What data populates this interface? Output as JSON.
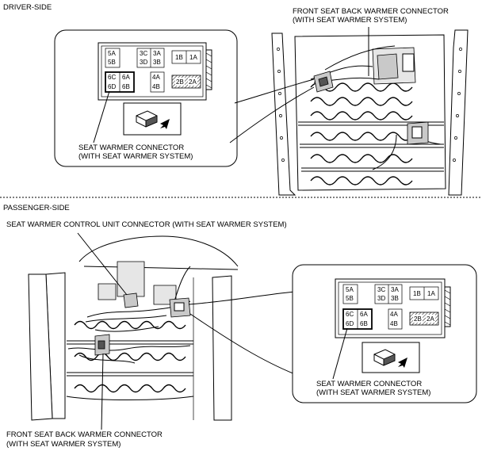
{
  "driver": {
    "section_label": "DRIVER-SIDE",
    "back_warmer_label_1": "FRONT SEAT BACK WARMER CONNECTOR",
    "back_warmer_label_2": "(WITH SEAT WARMER SYSTEM)",
    "connector_label_1": "SEAT WARMER CONNECTOR",
    "connector_label_2": "(WITH SEAT WARMER SYSTEM)",
    "pins": {
      "p5A": "5A",
      "p5B": "5B",
      "p3C": "3C",
      "p3A": "3A",
      "p3D": "3D",
      "p3B": "3B",
      "p1B": "1B",
      "p1A": "1A",
      "p6C": "6C",
      "p6A": "6A",
      "p6D": "6D",
      "p6B": "6B",
      "p4A": "4A",
      "p4B": "4B",
      "p2B": "2B",
      "p2A": "2A"
    }
  },
  "passenger": {
    "section_label": "PASSENGER-SIDE",
    "control_unit_label": "SEAT WARMER CONTROL UNIT CONNECTOR (WITH SEAT WARMER SYSTEM)",
    "connector_label_1": "SEAT WARMER CONNECTOR",
    "connector_label_2": "(WITH SEAT WARMER SYSTEM)",
    "back_warmer_label_1": "FRONT SEAT BACK WARMER CONNECTOR",
    "back_warmer_label_2": "(WITH SEAT WARMER SYSTEM)",
    "pins": {
      "p5A": "5A",
      "p5B": "5B",
      "p3C": "3C",
      "p3A": "3A",
      "p3D": "3D",
      "p3B": "3B",
      "p1B": "1B",
      "p1A": "1A",
      "p6C": "6C",
      "p6A": "6A",
      "p6D": "6D",
      "p6B": "6B",
      "p4A": "4A",
      "p4B": "4B",
      "p2B": "2B",
      "p2A": "2A"
    }
  }
}
